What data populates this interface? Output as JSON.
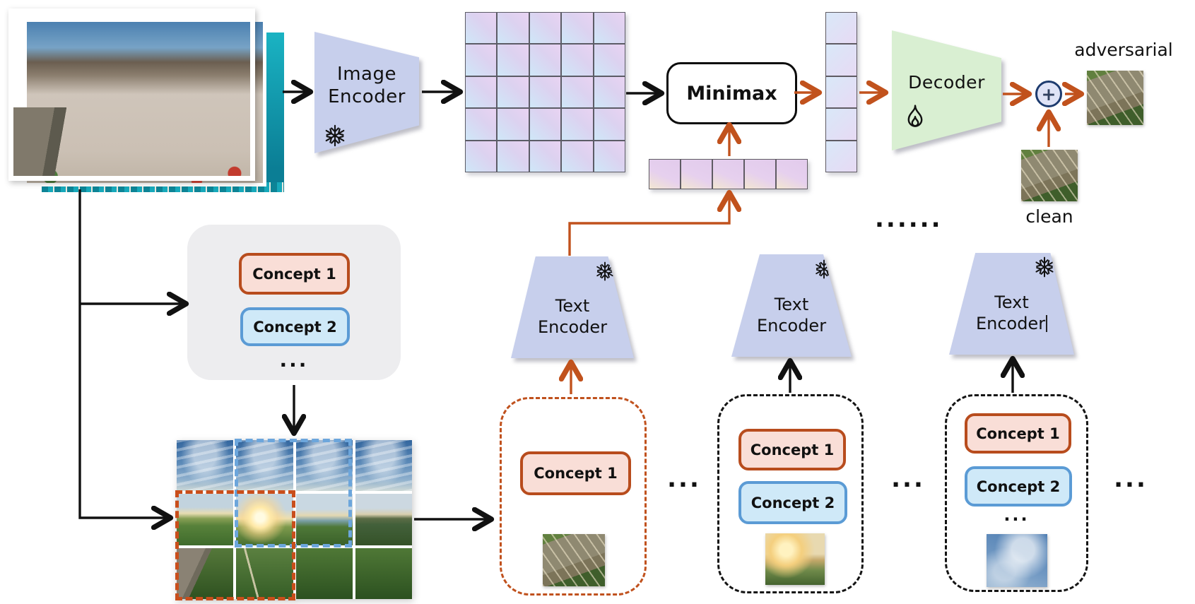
{
  "image_encoder": {
    "line1": "Image",
    "line2": "Encoder"
  },
  "minimax": {
    "label": "Minimax"
  },
  "decoder": {
    "label": "Decoder"
  },
  "text_encoders": [
    {
      "line1": "Text",
      "line2": "Encoder"
    },
    {
      "line1": "Text",
      "line2": "Encoder"
    },
    {
      "line1": "Text",
      "line2": "Encoder",
      "has_text_cursor": true
    }
  ],
  "outputs": {
    "adversarial": "adversarial",
    "clean": "clean"
  },
  "concept_box": {
    "concepts": [
      "Concept 1",
      "Concept 2"
    ],
    "ellipsis": "..."
  },
  "groups": [
    {
      "border": "orange",
      "concepts": [
        "Concept 1"
      ]
    },
    {
      "border": "black",
      "concepts": [
        "Concept 1",
        "Concept 2"
      ]
    },
    {
      "border": "black",
      "concepts": [
        "Concept 1",
        "Concept 2"
      ],
      "ellipsis": "..."
    }
  ],
  "separators": {
    "s1": "...",
    "s2": "...",
    "s3": "...",
    "dots6": "......"
  },
  "icons": {
    "plus": "+",
    "snowflake": "snowflake-icon",
    "fire": "fire-icon"
  },
  "embeddings": {
    "patch_grid": {
      "rows": 5,
      "cols": 5,
      "count": 25
    },
    "text_row": {
      "count": 5
    },
    "fused_column": {
      "count": 5
    }
  },
  "colors": {
    "arrow_orange": "#c1521d",
    "arrow_black": "#111111",
    "encoder_fill": "#c7cfec",
    "decoder_fill": "#d9efd2",
    "concept1_fill": "#f9ded7",
    "concept1_border": "#b84c1d",
    "concept2_fill": "#cfe9f8",
    "concept2_border": "#5b9bd5",
    "plus_border": "#1d3b6e",
    "gray_box": "#ededef"
  }
}
